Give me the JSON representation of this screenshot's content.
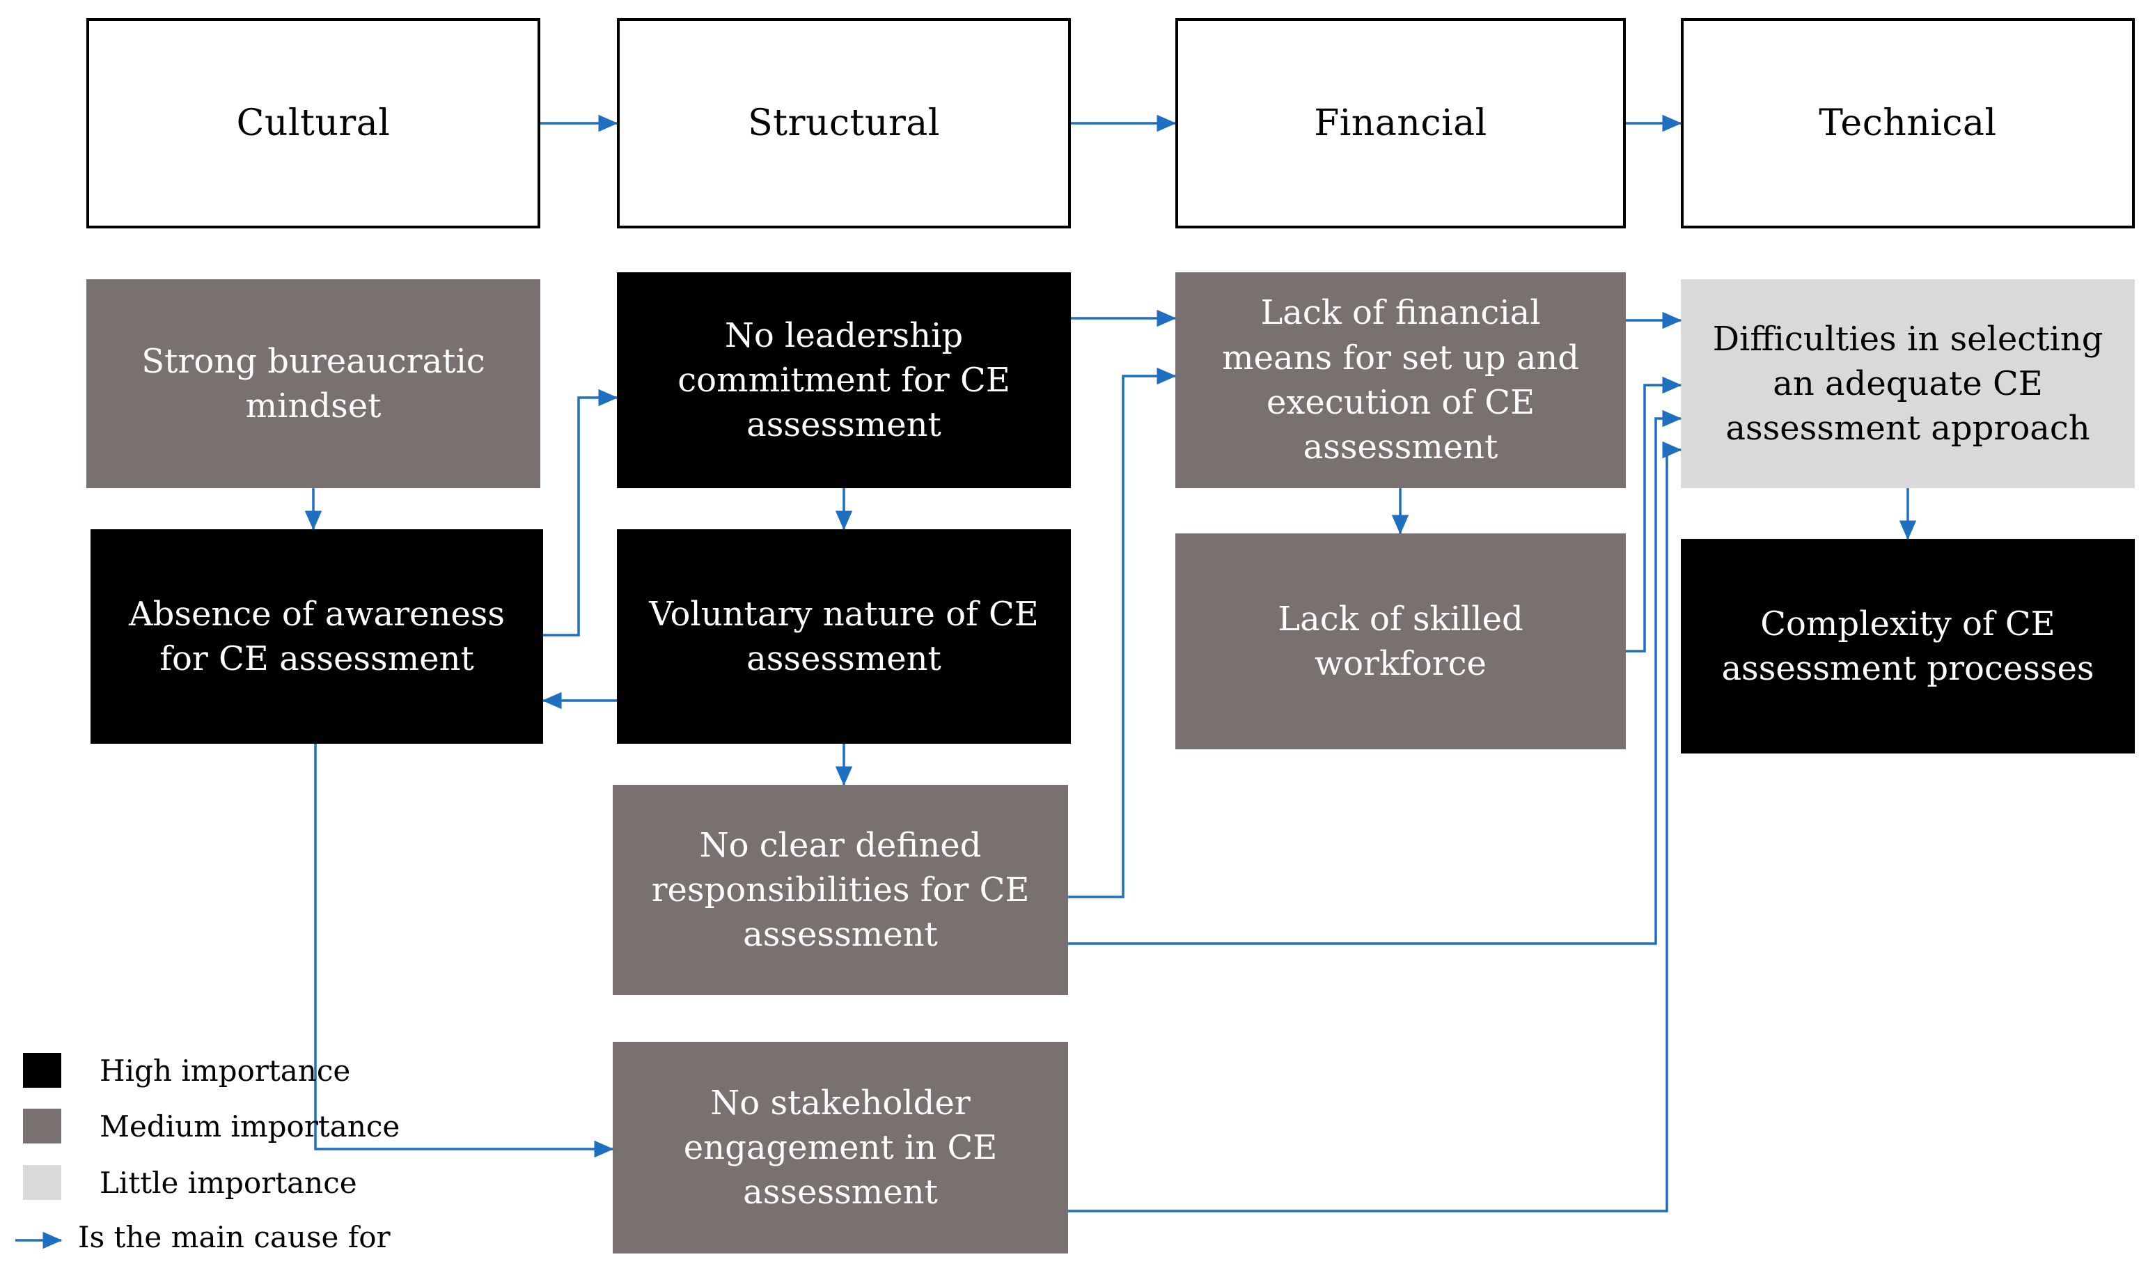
{
  "colors": {
    "high": "#000000",
    "medium": "#797170",
    "little": "#d9d9d9",
    "arrow": "#1e6fbf"
  },
  "headers": [
    {
      "label": "Cultural"
    },
    {
      "label": "Structural"
    },
    {
      "label": "Financial"
    },
    {
      "label": "Technical"
    }
  ],
  "boxes": [
    {
      "id": "strong-bureaucratic-mindset",
      "column": "Cultural",
      "importance": "medium",
      "text": "Strong bureaucratic\nmindset"
    },
    {
      "id": "absence-of-awareness",
      "column": "Cultural",
      "importance": "high",
      "text": "Absence of awareness\nfor CE assessment"
    },
    {
      "id": "no-leadership-commitment",
      "column": "Structural",
      "importance": "high",
      "text": "No leadership\ncommitment for CE\nassessment"
    },
    {
      "id": "voluntary-nature",
      "column": "Structural",
      "importance": "high",
      "text": "Voluntary nature of CE\nassessment"
    },
    {
      "id": "no-clear-responsibilities",
      "column": "Structural",
      "importance": "medium",
      "text": "No clear defined\nresponsibilities for CE\nassessment"
    },
    {
      "id": "no-stakeholder-engagement",
      "column": "Structural",
      "importance": "medium",
      "text": "No stakeholder\nengagement in CE\nassessment"
    },
    {
      "id": "lack-of-financial-means",
      "column": "Financial",
      "importance": "medium",
      "text": "Lack of financial\nmeans for set up and\nexecution of CE\nassessment"
    },
    {
      "id": "lack-of-skilled-workforce",
      "column": "Financial",
      "importance": "medium",
      "text": "Lack of skilled\nworkforce"
    },
    {
      "id": "difficulties-selecting-approach",
      "column": "Technical",
      "importance": "little",
      "text": "Difficulties in selecting\nan adequate CE\nassessment approach"
    },
    {
      "id": "complexity-of-processes",
      "column": "Technical",
      "importance": "high",
      "text": "Complexity of CE\nassessment processes"
    }
  ],
  "legend": {
    "items": [
      {
        "label": "High importance",
        "importance": "high"
      },
      {
        "label": "Medium importance",
        "importance": "medium"
      },
      {
        "label": "Little importance",
        "importance": "little"
      }
    ],
    "arrow_label": "Is the main cause for"
  }
}
